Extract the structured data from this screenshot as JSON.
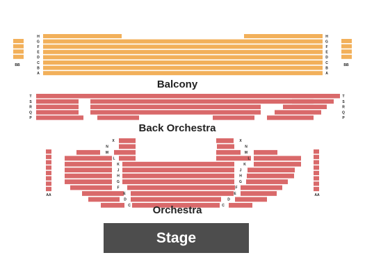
{
  "sections": {
    "balcony": {
      "label": "Balcony",
      "color": "#f2b05a",
      "rows": [
        "H",
        "G",
        "F",
        "E",
        "D",
        "C",
        "B",
        "A"
      ],
      "box_label": "BB"
    },
    "back_orchestra": {
      "label": "Back Orchestra",
      "color": "#d9696a",
      "rows": [
        "T",
        "S",
        "R",
        "Q",
        "P"
      ]
    },
    "orchestra": {
      "label": "Orchestra",
      "color": "#d9696a",
      "rows": [
        "X",
        "N",
        "M",
        "L",
        "K",
        "J",
        "H",
        "G",
        "F",
        "E",
        "D",
        "C"
      ],
      "box_label": "AA"
    }
  },
  "stage": {
    "label": "Stage",
    "color": "#4d4d4d"
  }
}
